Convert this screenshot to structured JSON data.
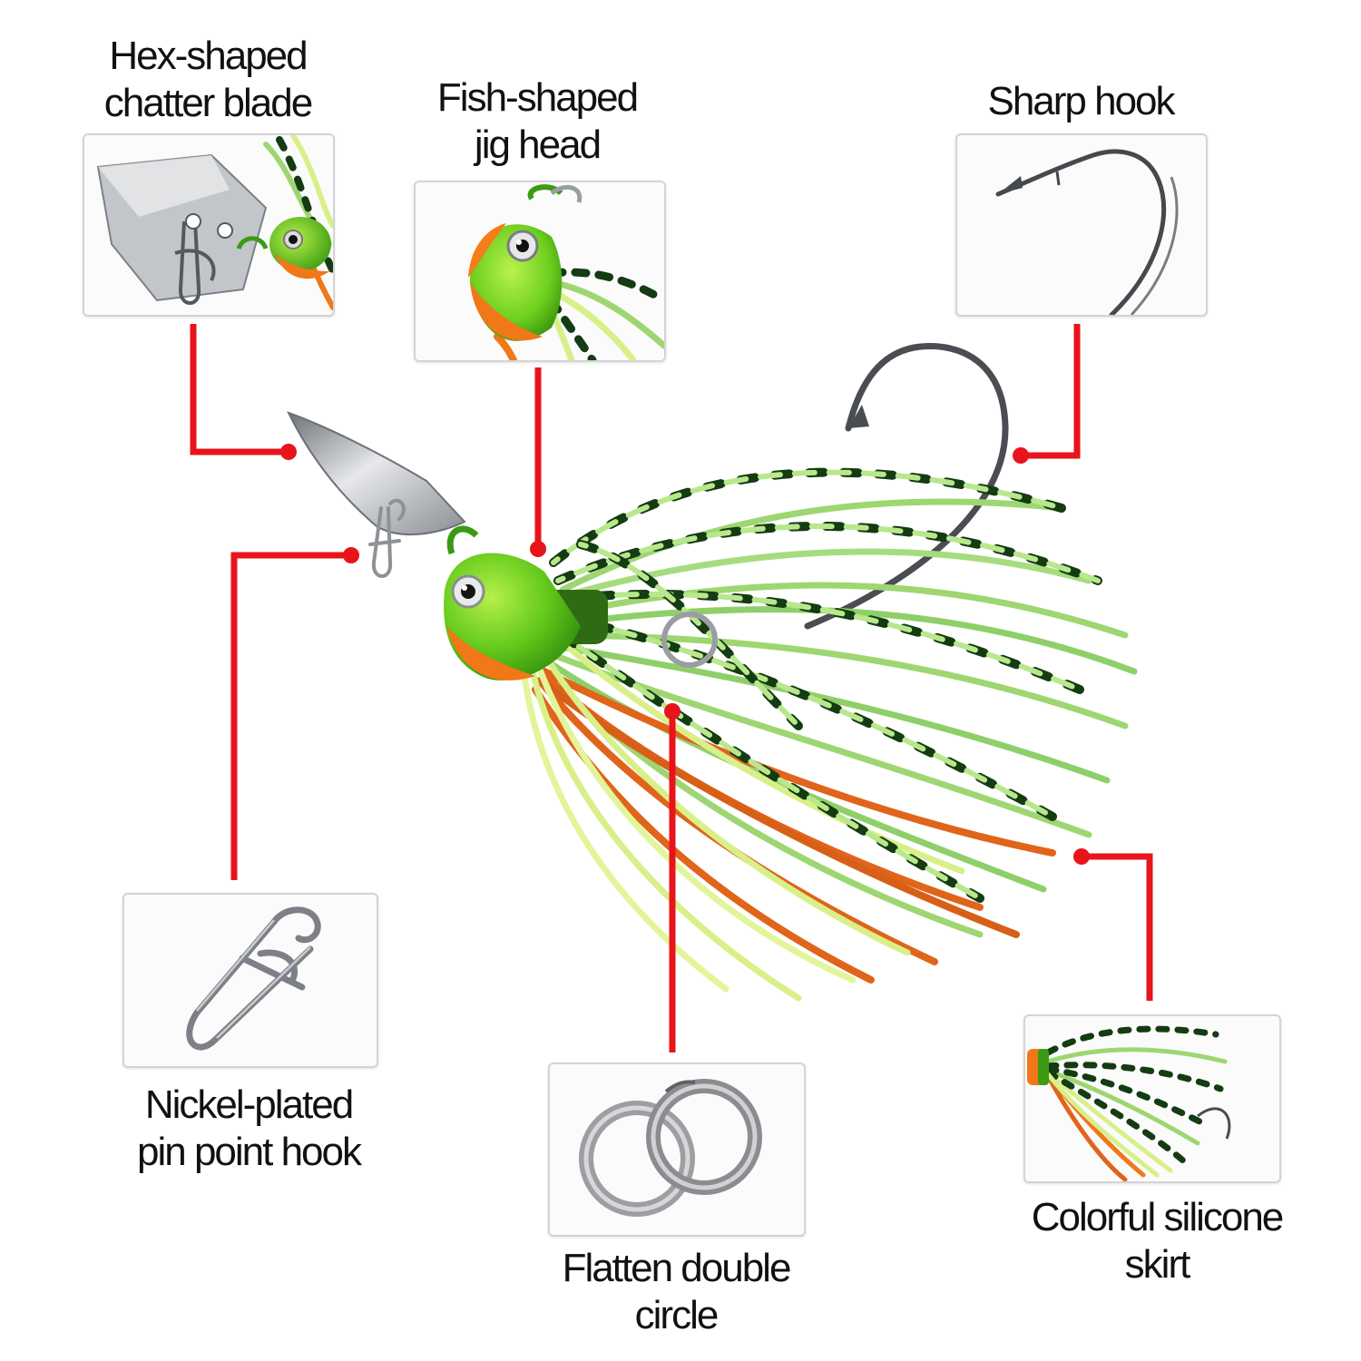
{
  "labels": {
    "chatter_blade": {
      "line1": "Hex-shaped",
      "line2": "chatter blade"
    },
    "jig_head": {
      "line1": "Fish-shaped",
      "line2": "jig head"
    },
    "sharp_hook": {
      "line1": "Sharp hook"
    },
    "pin_hook": {
      "line1": "Nickel-plated",
      "line2": "pin point hook"
    },
    "double_circle": {
      "line1": "Flatten double",
      "line2": "circle"
    },
    "silicone_skirt": {
      "line1": "Colorful silicone",
      "line2": "skirt"
    }
  },
  "colors": {
    "callout": "#e8141b",
    "skirt_green": "#9ed672",
    "skirt_lime": "#d9f08a",
    "skirt_orange": "#e0641a",
    "head_green": "#6ed01e",
    "head_orange": "#f07818",
    "metal": "#b9bcc0"
  }
}
